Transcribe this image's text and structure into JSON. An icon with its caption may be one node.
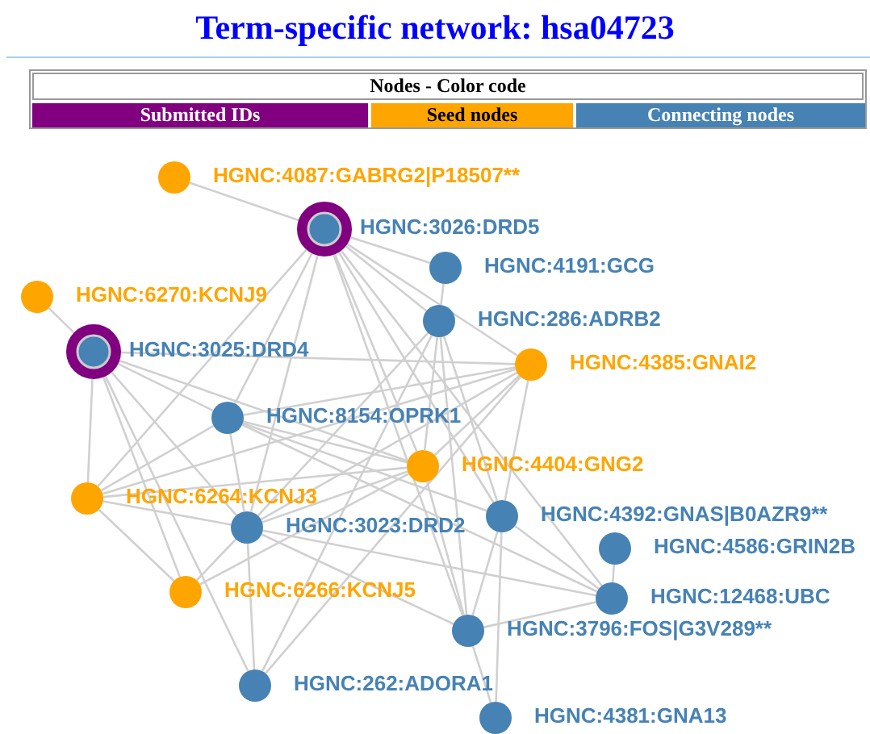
{
  "diagram": {
    "title": "Term-specific network: hsa04723",
    "nodes": [
      {
        "text": [],
        "shape": "circle",
        "beside": [
          "HGNC:4087:GABRG2|P18507**"
        ]
      },
      {
        "text": [],
        "shape": "circle",
        "beside": [
          "HGNC:3026:DRD5"
        ]
      },
      {
        "text": [],
        "shape": "circle",
        "beside": [
          "HGNC:6270:KCNJ9"
        ]
      },
      {
        "text": [],
        "shape": "circle",
        "beside": [
          "HGNC:4191:GCG"
        ]
      },
      {
        "text": [],
        "shape": "circle",
        "beside": [
          "HGNC:3025:DRD4"
        ]
      },
      {
        "text": [],
        "shape": "circle",
        "beside": [
          "HGNC:286:ADRB2"
        ]
      },
      {
        "text": [],
        "shape": "circle",
        "beside": [
          "HGNC:4385:GNAI2"
        ]
      },
      {
        "text": [],
        "shape": "circle",
        "beside": [
          "HGNC:8154:OPRK1"
        ]
      },
      {
        "text": [],
        "shape": "circle",
        "beside": [
          "HGNC:4404:GNG2"
        ]
      },
      {
        "text": [],
        "shape": "circle"
      },
      {
        "text": [],
        "shape": "circle",
        "beside": [
          "HGNC:3023:DRD2"
        ]
      },
      {
        "text": [],
        "shape": "circle"
      },
      {
        "text": [],
        "shape": "circle",
        "beside": [
          "HGNC:4586:GRIN2B"
        ]
      },
      {
        "text": [],
        "shape": "circle",
        "beside": [
          "HGNC:6266:KCNJ5"
        ]
      },
      {
        "text": [],
        "shape": "circle",
        "beside": [
          "HGNC:12468:UBC"
        ]
      },
      {
        "text": [],
        "shape": "circle"
      },
      {
        "text": [],
        "shape": "circle"
      },
      {
        "text": [],
        "shape": "circle",
        "beside": [
          "HGNC:4381:GNA13"
        ]
      }
    ],
    "edges": [
      {
        "from": 0,
        "to": 1,
        "arrow": "none"
      },
      {
        "from": 2,
        "to": 4,
        "arrow": "none"
      },
      {
        "from": 1,
        "to": 3,
        "arrow": "none"
      },
      {
        "from": 1,
        "to": 5,
        "arrow": "none"
      },
      {
        "from": 1,
        "to": 6,
        "arrow": "none"
      },
      {
        "from": 1,
        "to": 7,
        "arrow": "none"
      },
      {
        "from": 1,
        "to": 8,
        "arrow": "none"
      },
      {
        "from": 1,
        "to": 10,
        "arrow": "none"
      },
      {
        "from": 1,
        "to": 11,
        "arrow": "none"
      },
      {
        "from": 1,
        "to": 14,
        "arrow": "none"
      },
      {
        "from": 1,
        "to": 15,
        "arrow": "none"
      },
      {
        "from": 1,
        "to": 9,
        "arrow": "none"
      },
      {
        "from": 4,
        "to": 7,
        "arrow": "none"
      },
      {
        "from": 4,
        "to": 6,
        "arrow": "none"
      },
      {
        "from": 4,
        "to": 8,
        "arrow": "none"
      },
      {
        "from": 4,
        "to": 10,
        "arrow": "none"
      },
      {
        "from": 4,
        "to": 9,
        "arrow": "none"
      },
      {
        "from": 4,
        "to": 13,
        "arrow": "none"
      },
      {
        "from": 4,
        "to": 16,
        "arrow": "none"
      },
      {
        "from": 3,
        "to": 5,
        "arrow": "none"
      },
      {
        "from": 5,
        "to": 8,
        "arrow": "none"
      },
      {
        "from": 5,
        "to": 10,
        "arrow": "none"
      },
      {
        "from": 5,
        "to": 11,
        "arrow": "none"
      },
      {
        "from": 5,
        "to": 15,
        "arrow": "none"
      },
      {
        "from": 5,
        "to": 16,
        "arrow": "none"
      },
      {
        "from": 6,
        "to": 7,
        "arrow": "none"
      },
      {
        "from": 6,
        "to": 8,
        "arrow": "none"
      },
      {
        "from": 6,
        "to": 10,
        "arrow": "none"
      },
      {
        "from": 6,
        "to": 9,
        "arrow": "none"
      },
      {
        "from": 6,
        "to": 11,
        "arrow": "none"
      },
      {
        "from": 6,
        "to": 16,
        "arrow": "none"
      },
      {
        "from": 7,
        "to": 8,
        "arrow": "none"
      },
      {
        "from": 7,
        "to": 9,
        "arrow": "none"
      },
      {
        "from": 7,
        "to": 10,
        "arrow": "none"
      },
      {
        "from": 7,
        "to": 14,
        "arrow": "none"
      },
      {
        "from": 7,
        "to": 11,
        "arrow": "none"
      },
      {
        "from": 8,
        "to": 9,
        "arrow": "none"
      },
      {
        "from": 8,
        "to": 10,
        "arrow": "none"
      },
      {
        "from": 8,
        "to": 13,
        "arrow": "none"
      },
      {
        "from": 8,
        "to": 15,
        "arrow": "none"
      },
      {
        "from": 9,
        "to": 10,
        "arrow": "none"
      },
      {
        "from": 9,
        "to": 13,
        "arrow": "none"
      },
      {
        "from": 10,
        "to": 13,
        "arrow": "none"
      },
      {
        "from": 10,
        "to": 16,
        "arrow": "none"
      },
      {
        "from": 10,
        "to": 14,
        "arrow": "none"
      },
      {
        "from": 10,
        "to": 15,
        "arrow": "none"
      },
      {
        "from": 11,
        "to": 14,
        "arrow": "none"
      },
      {
        "from": 11,
        "to": 17,
        "arrow": "none"
      },
      {
        "from": 11,
        "to": 15,
        "arrow": "none"
      },
      {
        "from": 12,
        "to": 14,
        "arrow": "none"
      },
      {
        "from": 14,
        "to": 15,
        "arrow": "none"
      },
      {
        "from": 15,
        "to": 17,
        "arrow": "none"
      }
    ],
    "labels": [
      "Nodes - Color code",
      "HGNC:6264:KCNJ3",
      "HGNC:4392:GNAS|B0AZR9**",
      "HGNC:3796:FOS|G3V289**",
      "HGNC:262:ADORA1"
    ],
    "legend": [
      {
        "text": "Submitted IDs",
        "color": "#800080"
      },
      {
        "text": "Seed nodes",
        "color": "#ffa500"
      },
      {
        "text": "Connecting nodes",
        "color": "#4682b4"
      }
    ]
  }
}
